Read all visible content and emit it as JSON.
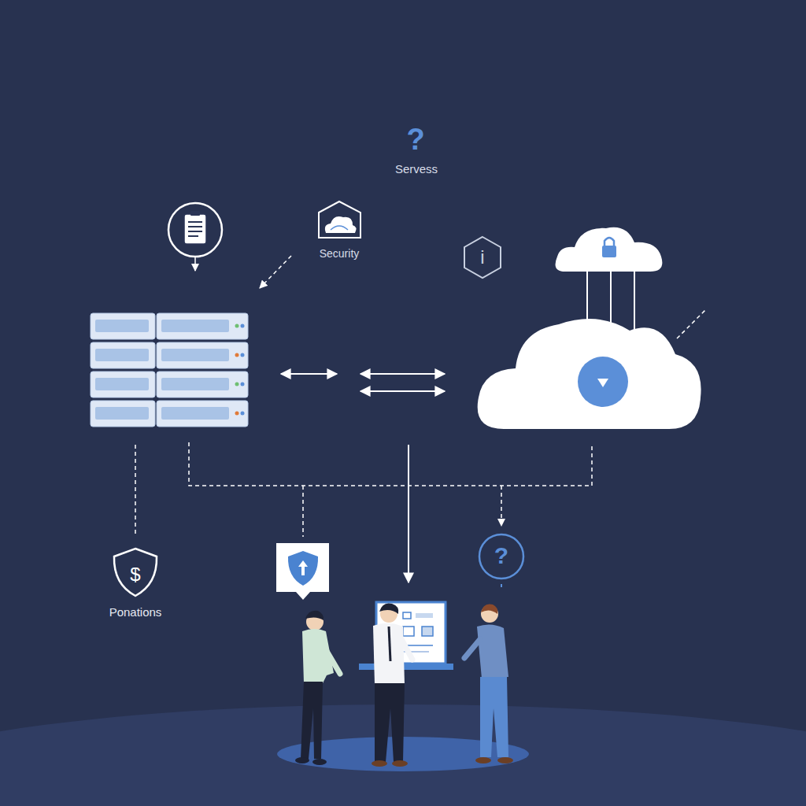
{
  "diagram": {
    "labels": [
      "?",
      "Servess",
      "Security",
      "i",
      "Ponations",
      "?"
    ]
  }
}
